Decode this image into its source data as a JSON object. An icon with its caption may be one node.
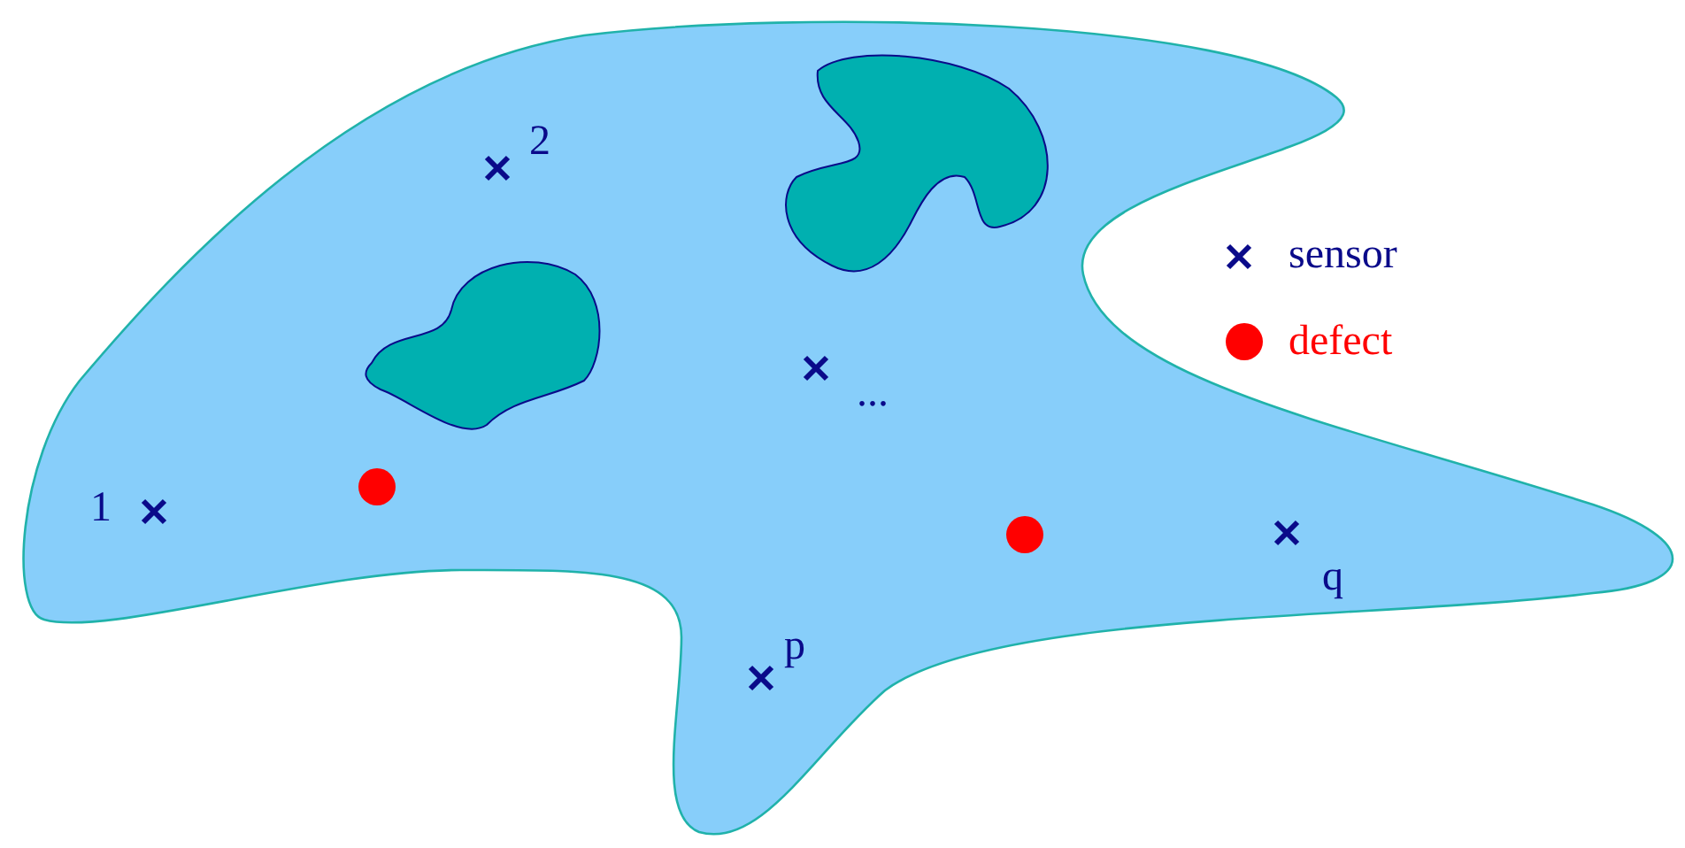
{
  "diagram": {
    "labels": [
      "2",
      "...",
      "1",
      "q",
      "p"
    ],
    "legend": [
      {
        "text": "sensor"
      },
      {
        "text": "defect",
        "color": "#ff0000"
      }
    ]
  }
}
